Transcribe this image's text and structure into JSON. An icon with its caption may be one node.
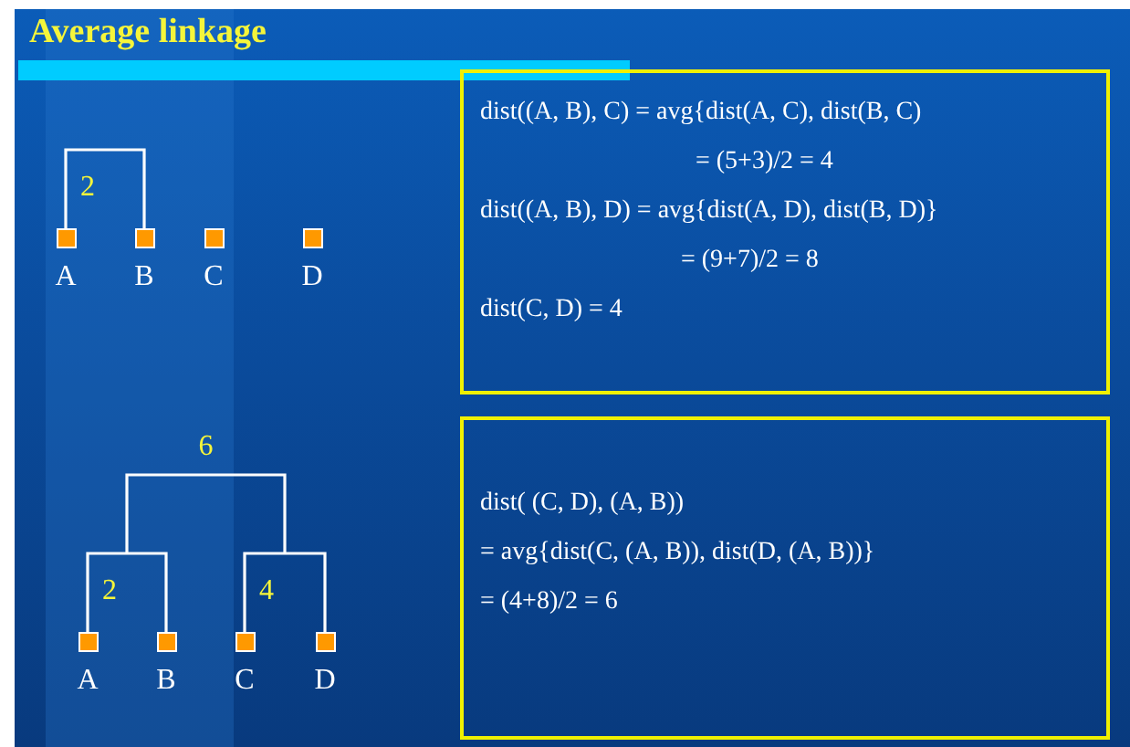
{
  "diagram": {
    "title": "Average linkage",
    "nodes": [
      {
        "text": [
          "A"
        ]
      },
      {
        "text": [
          "B"
        ]
      },
      {
        "text": [
          "C"
        ]
      },
      {
        "text": [
          "D"
        ]
      },
      {
        "text": [
          "dist((A, B), C) = avg{dist(A, C), dist(B, C)",
          "= (5+3)/2 = 4",
          "dist((A, B), D) = avg{dist(A, D), dist(B, D)}",
          "= (9+7)/2 = 8",
          "dist(C, D) = 4"
        ]
      },
      {
        "text": [
          "A"
        ]
      },
      {
        "text": [
          "B"
        ]
      },
      {
        "text": [
          "C"
        ]
      },
      {
        "text": [
          "D"
        ]
      },
      {
        "text": [
          "dist( (C, D), (A, B))",
          "= avg{dist(C, (A, B)), dist(D, (A, B))}",
          "= (4+8)/2 = 6"
        ]
      }
    ],
    "edges": [
      {
        "from": 0,
        "to": 1,
        "arrow": "none",
        "label": "2"
      },
      {
        "from": 5,
        "to": 6,
        "arrow": "none",
        "label": "2"
      },
      {
        "from": 7,
        "to": 8,
        "arrow": "none",
        "label": "4"
      }
    ],
    "labels": [
      "6"
    ]
  }
}
